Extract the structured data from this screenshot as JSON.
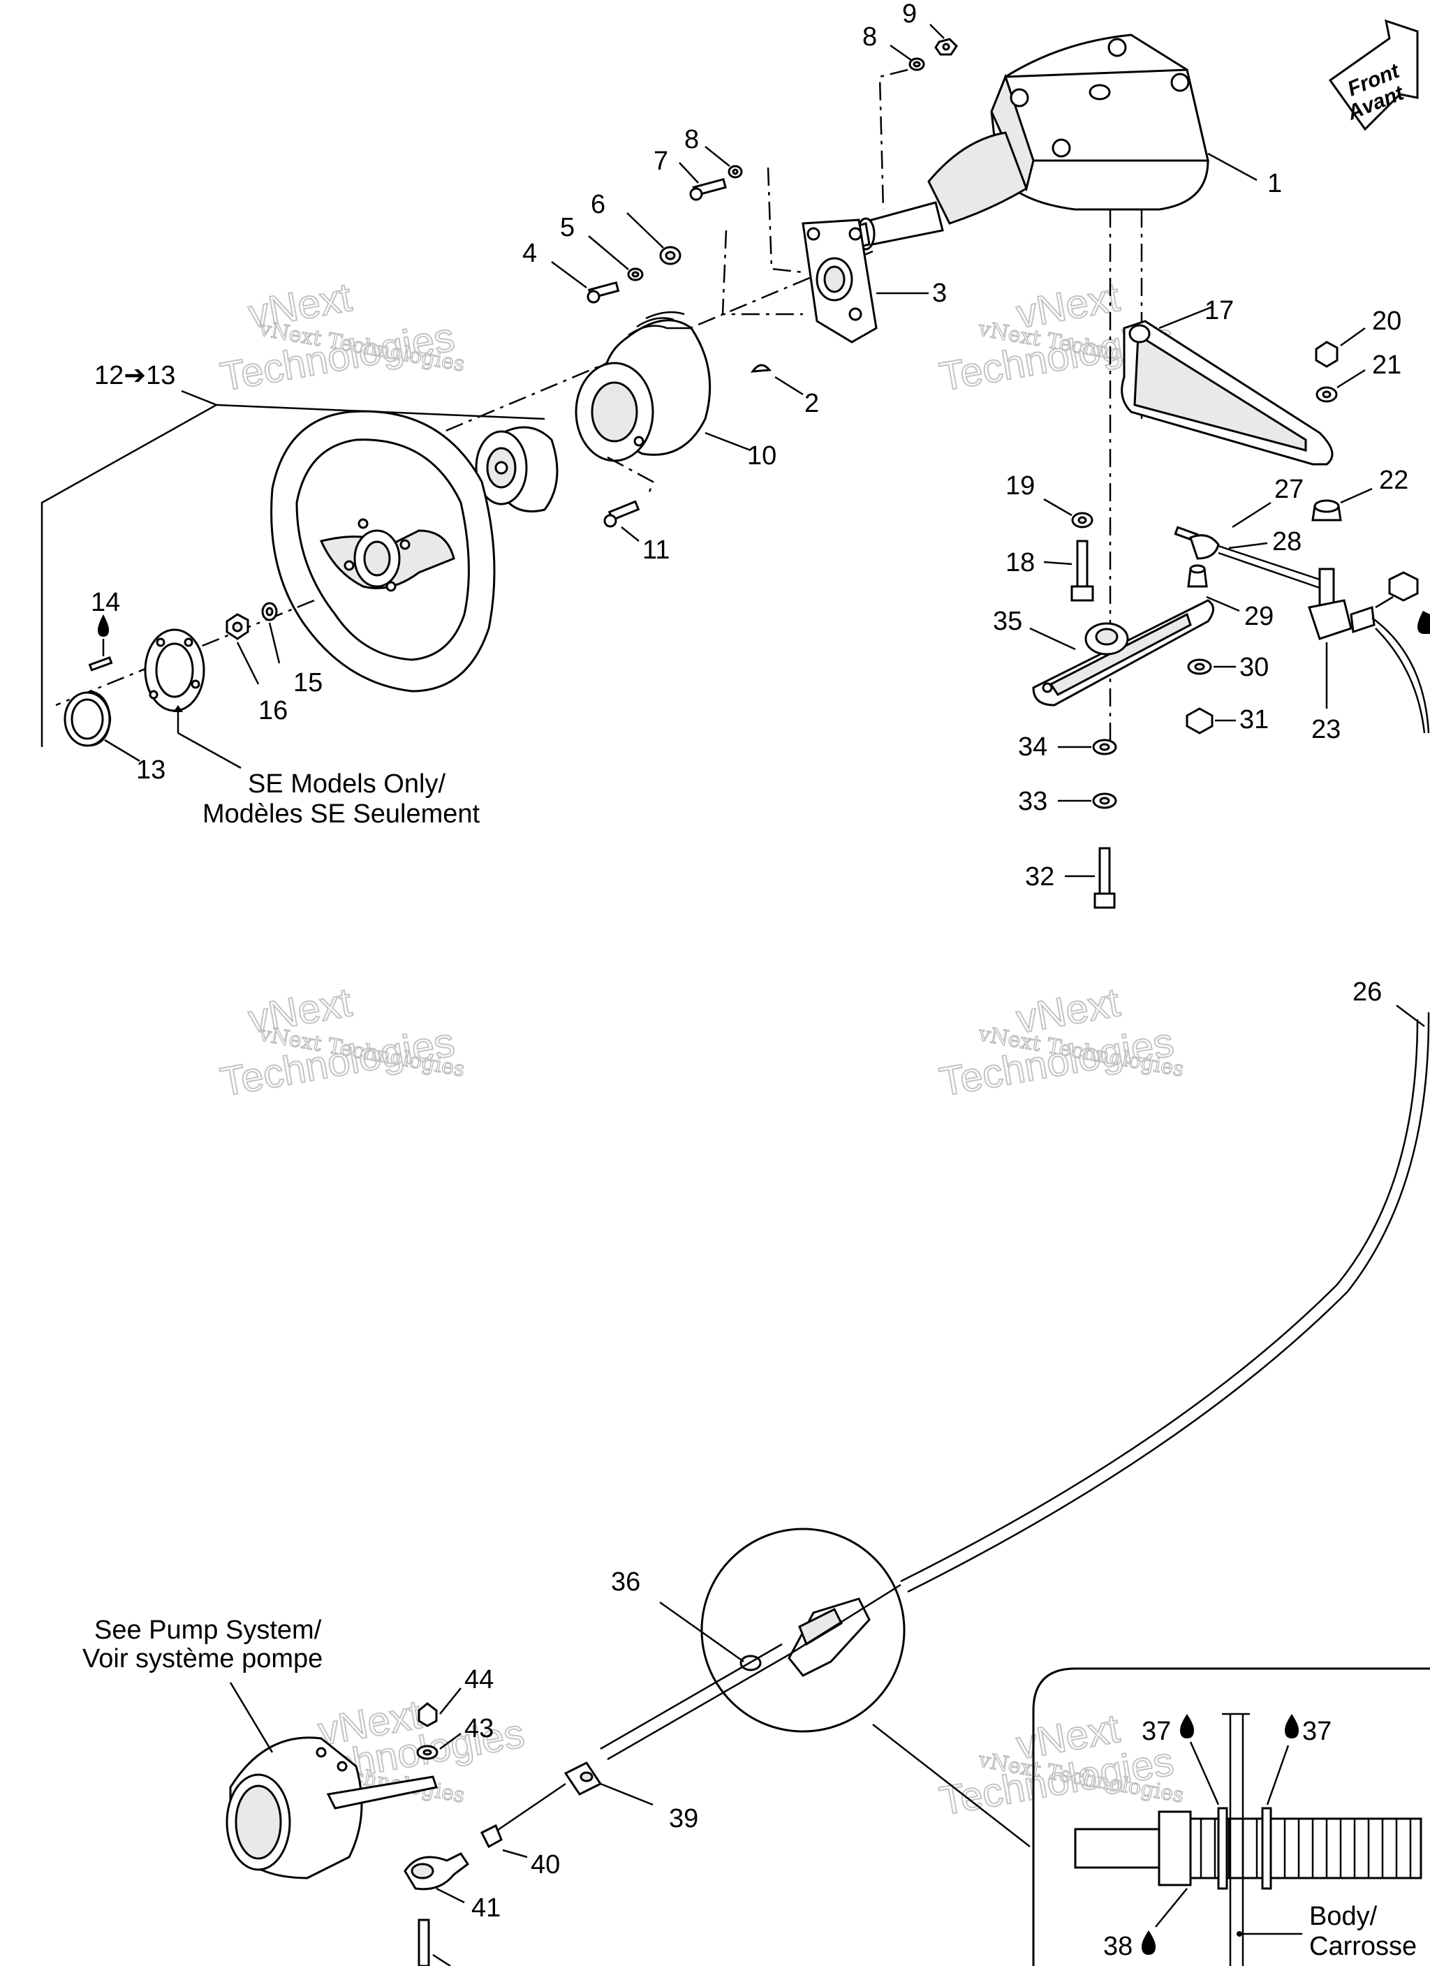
{
  "front_badge": {
    "line1": "Front",
    "line2": "Avant"
  },
  "callouts": {
    "c1": "1",
    "c2": "2",
    "c3": "3",
    "c4": "4",
    "c5": "5",
    "c6": "6",
    "c7": "7",
    "c8a": "8",
    "c8b": "8",
    "c9": "9",
    "c10": "10",
    "c11": "11",
    "c12": "12➔13",
    "c13": "13",
    "c14": "14",
    "c15": "15",
    "c16": "16",
    "c17": "17",
    "c18": "18",
    "c19": "19",
    "c20": "20",
    "c21": "21",
    "c22": "22",
    "c23": "23",
    "c26": "26",
    "c27": "27",
    "c28": "28",
    "c29": "29",
    "c30": "30",
    "c31": "31",
    "c32": "32",
    "c33": "33",
    "c34": "34",
    "c35": "35",
    "c36": "36",
    "c37a": "37",
    "c37b": "37",
    "c38": "38",
    "c39": "39",
    "c40": "40",
    "c41": "41",
    "c43": "43",
    "c44": "44"
  },
  "notes": {
    "se_line1": "SE Models Only/",
    "se_line2": "Modèles SE Seulement",
    "pump_line1": "See Pump System/",
    "pump_line2": "Voir système pompe",
    "body_line1": "Body/",
    "body_line2": "Carrosse"
  },
  "watermark": {
    "line1": "vNext Technologies",
    "line2": "vNext",
    "line3": "Technologies"
  }
}
